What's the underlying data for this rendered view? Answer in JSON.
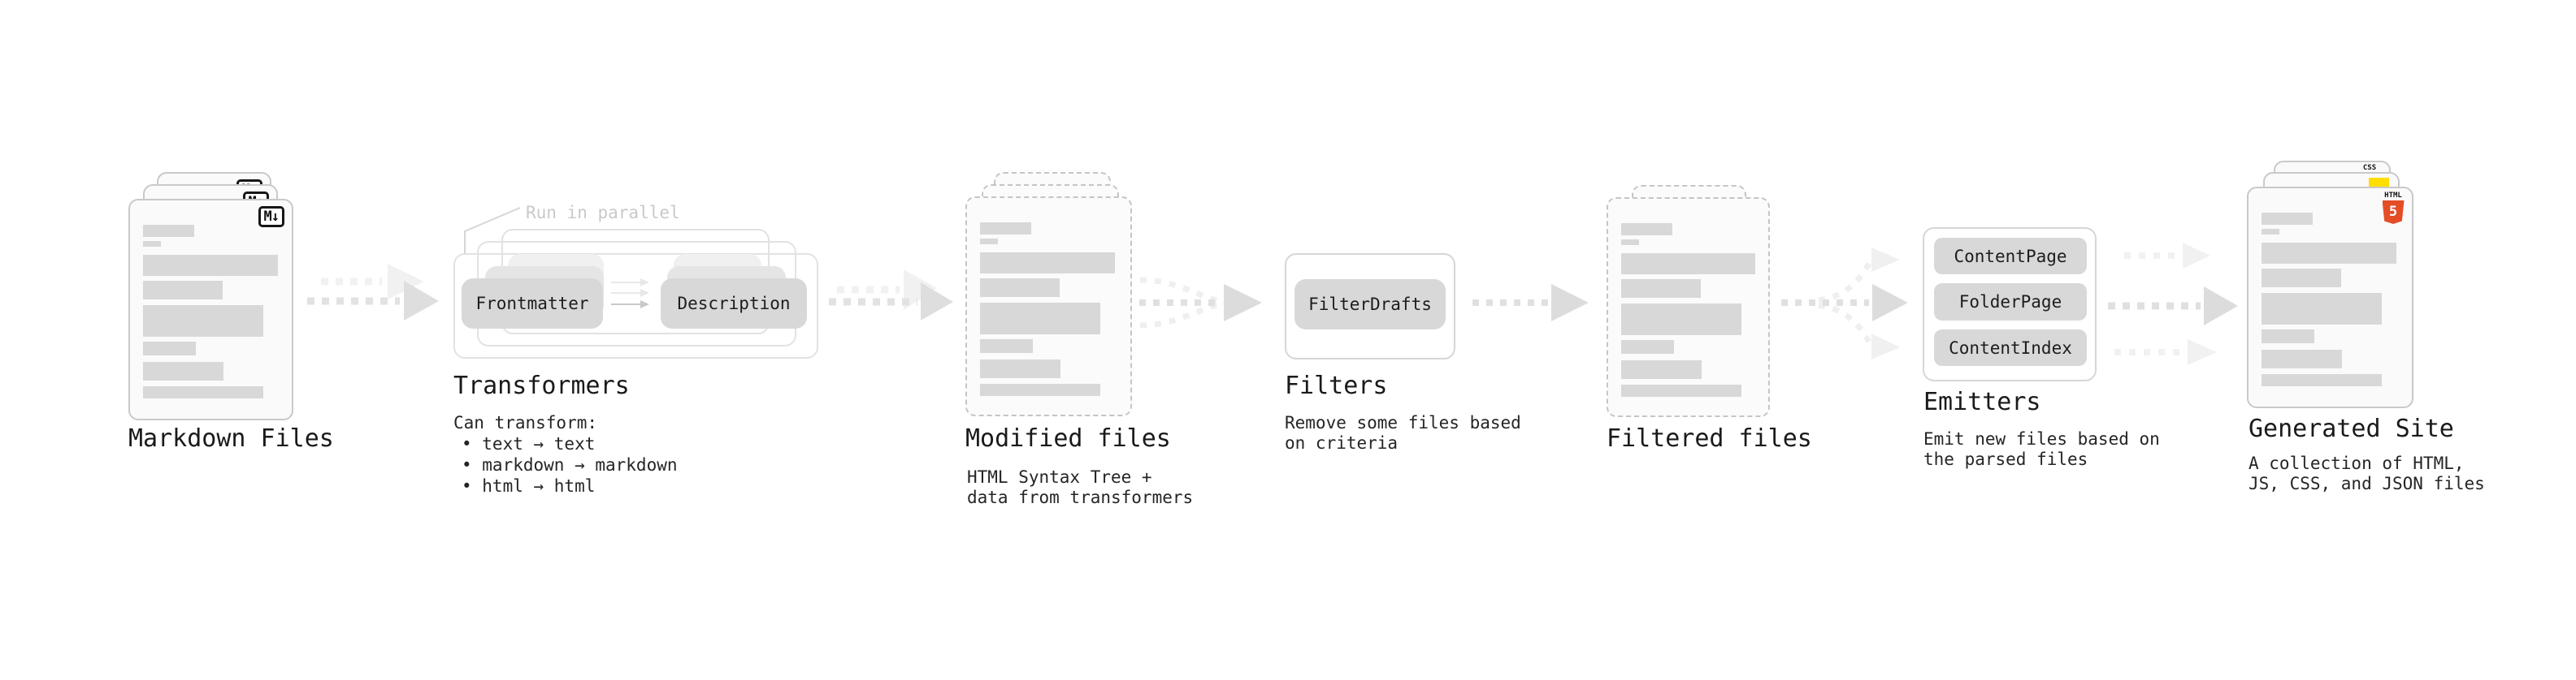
{
  "markdown_files": {
    "title": "Markdown Files",
    "badge": "M↓"
  },
  "transformers": {
    "title": "Transformers",
    "note": "Run in parallel",
    "pill_left": "Frontmatter",
    "pill_right": "Description",
    "desc_heading": "Can transform:",
    "bullets": [
      "• text → text",
      "• markdown → markdown",
      "• html → html"
    ]
  },
  "modified_files": {
    "title": "Modified files",
    "desc_line1": "HTML Syntax Tree +",
    "desc_line2": "data from transformers"
  },
  "filters": {
    "title": "Filters",
    "pill": "FilterDrafts",
    "desc_line1": "Remove some files based",
    "desc_line2": "on criteria"
  },
  "filtered_files": {
    "title": "Filtered files"
  },
  "emitters": {
    "title": "Emitters",
    "pills": [
      "ContentPage",
      "FolderPage",
      "ContentIndex"
    ],
    "desc_line1": "Emit new files based on",
    "desc_line2": "the parsed files"
  },
  "generated_site": {
    "title": "Generated Site",
    "desc_line1": "A collection of HTML,",
    "desc_line2": "JS, CSS, and JSON files",
    "badge_css": "CSS",
    "badge_html_label": "HTML",
    "badge_html_five": "5"
  },
  "colors": {
    "html5_orange": "#e44d26",
    "js_yellow": "#ffde00",
    "css_blue": "#2760e5",
    "bar_gray": "#d8d8d8",
    "pill_gray": "#d8d8d8",
    "text_dark": "#1a1a1a",
    "note_gray": "#c9c9c9"
  }
}
